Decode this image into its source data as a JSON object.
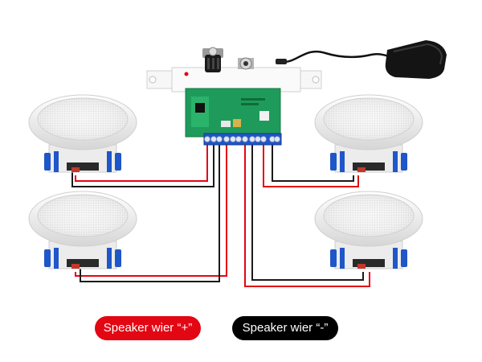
{
  "legend": {
    "positive_label": "Speaker wier “+”",
    "negative_label": "Speaker wier “-”",
    "positive_color": "#e30613",
    "negative_color": "#000000"
  },
  "colors": {
    "positive_wire": "#e30613",
    "negative_wire": "#1a1a1a",
    "terminal_blue": "#1f56c8",
    "pcb_green": "#1e9b5a",
    "speaker_white": "#f4f4f4"
  },
  "components": {
    "amplifier": "wall-plate-amplifier",
    "power": "power-adapter",
    "speakers": [
      "speaker-top-left",
      "speaker-top-right",
      "speaker-bottom-left",
      "speaker-bottom-right"
    ]
  }
}
